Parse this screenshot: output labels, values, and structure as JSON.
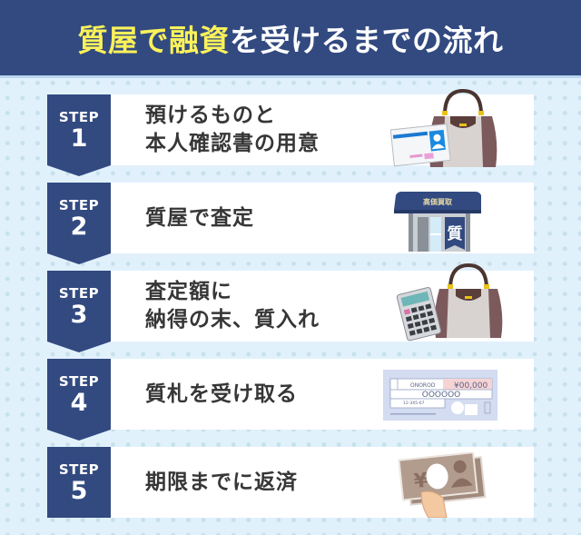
{
  "header": {
    "title_highlight_1": "質屋で",
    "title_highlight_2": "融資",
    "title_rest": "を受けるまでの流れ",
    "highlight_color": "#fbf15a",
    "background_color": "#324a80"
  },
  "steps": [
    {
      "label": "STEP",
      "number": "1",
      "text_line1": "預けるものと",
      "text_line2": "本人確認書の用意",
      "illustration": "handbag-and-id-card"
    },
    {
      "label": "STEP",
      "number": "2",
      "text_line1": "質屋で査定",
      "text_line2": "",
      "illustration": "pawnshop-storefront",
      "shop_sign": "高価買取",
      "shop_banner": "質"
    },
    {
      "label": "STEP",
      "number": "3",
      "text_line1": "査定額に",
      "text_line2": "納得の末、質入れ",
      "illustration": "calculator-and-handbag"
    },
    {
      "label": "STEP",
      "number": "4",
      "text_line1": "質札を受け取る",
      "text_line2": "",
      "illustration": "pawn-ticket",
      "ticket_name": "ONOROD",
      "ticket_amount": "¥00,000",
      "ticket_number": "OOOOOO",
      "ticket_date": "12-3X5-67"
    },
    {
      "label": "STEP",
      "number": "5",
      "text_line1": "期限までに返済",
      "text_line2": "",
      "illustration": "hand-holding-yen-bills",
      "bill_symbol": "¥"
    }
  ],
  "colors": {
    "badge": "#324a80",
    "background": "#e1f1fc",
    "dots": "#c6e1ec",
    "card": "#ffffff",
    "text": "#363636"
  }
}
